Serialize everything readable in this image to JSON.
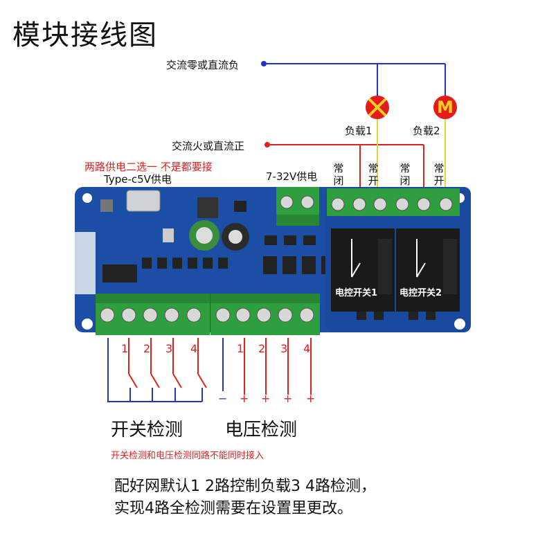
{
  "title": "模块接线图",
  "labels": {
    "ac_neutral": "交流零或直流负",
    "ac_live": "交流火或直流正",
    "load1": "负载1",
    "load2": "负载2",
    "motor": "M",
    "power_choice": "两路供电二选一 不是都要接",
    "type_c": "Type-c5V供电",
    "dc_input": "7-32V供电",
    "nc1": "常闭",
    "no1": "常开",
    "nc2": "常闭",
    "no2": "常开",
    "relay1": "电控开关1",
    "relay2": "电控开关2"
  },
  "switch_inputs": [
    "1",
    "2",
    "3",
    "4"
  ],
  "voltage_inputs": [
    "1",
    "2",
    "3",
    "4"
  ],
  "voltage_polarity": {
    "neg": "−",
    "pos": [
      "+",
      "+",
      "+",
      "+"
    ]
  },
  "sections": {
    "switch_detect": "开关检测",
    "voltage_detect": "电压检测"
  },
  "warning": "开关检测和电压检测同路不能同时接入",
  "description": {
    "line1": "配好网默认1 2路控制负载3 4路检测，",
    "line2": "实现4路全检测需要在设置里更改。"
  },
  "colors": {
    "pcb": "#1c4ea6",
    "terminal": "#2f9e3e",
    "wire_blue": "#2233c8",
    "wire_red": "#e22020",
    "wire_yellow": "#e8d23a",
    "lamp": "#e51b1b"
  }
}
